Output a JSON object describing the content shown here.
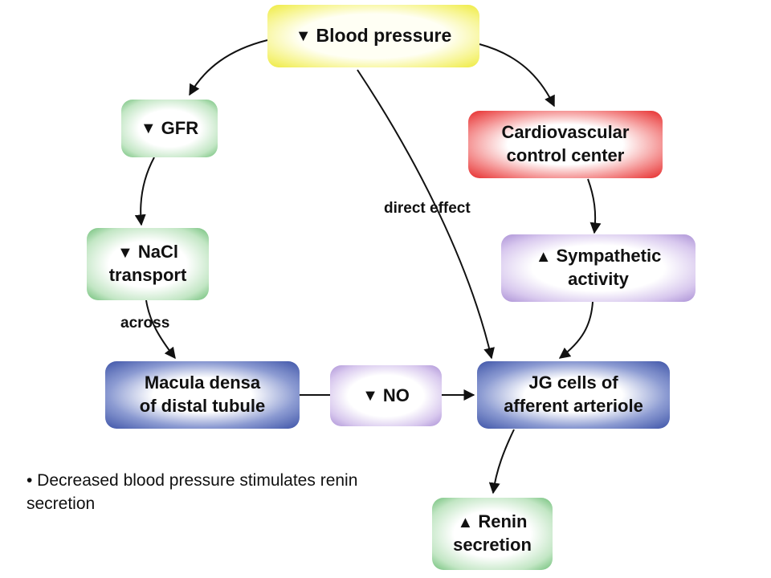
{
  "nodes": {
    "blood_pressure": {
      "arrow": "down",
      "text": "Blood pressure"
    },
    "gfr": {
      "arrow": "down",
      "text": "GFR"
    },
    "nacl": {
      "arrow": "down",
      "line1": "NaCl",
      "line2": "transport"
    },
    "macula": {
      "line1": "Macula densa",
      "line2": "of distal tubule"
    },
    "no": {
      "arrow": "down",
      "text": "NO"
    },
    "jg": {
      "line1": "JG cells of",
      "line2": "afferent arteriole"
    },
    "cardio": {
      "line1": "Cardiovascular",
      "line2": "control center"
    },
    "sympathetic": {
      "arrow": "up",
      "line1": "Sympathetic",
      "line2": "activity"
    },
    "renin": {
      "arrow": "up",
      "line1": "Renin",
      "line2": "secretion"
    }
  },
  "edge_labels": {
    "across": "across",
    "direct_effect": "direct effect"
  },
  "note": "• Decreased blood pressure stimulates renin secretion",
  "colors": {
    "yellow": "#eeea40",
    "green": "#6fbf78",
    "red": "#e62b2b",
    "purple": "#ac92d6",
    "blue": "#3e54a8"
  }
}
